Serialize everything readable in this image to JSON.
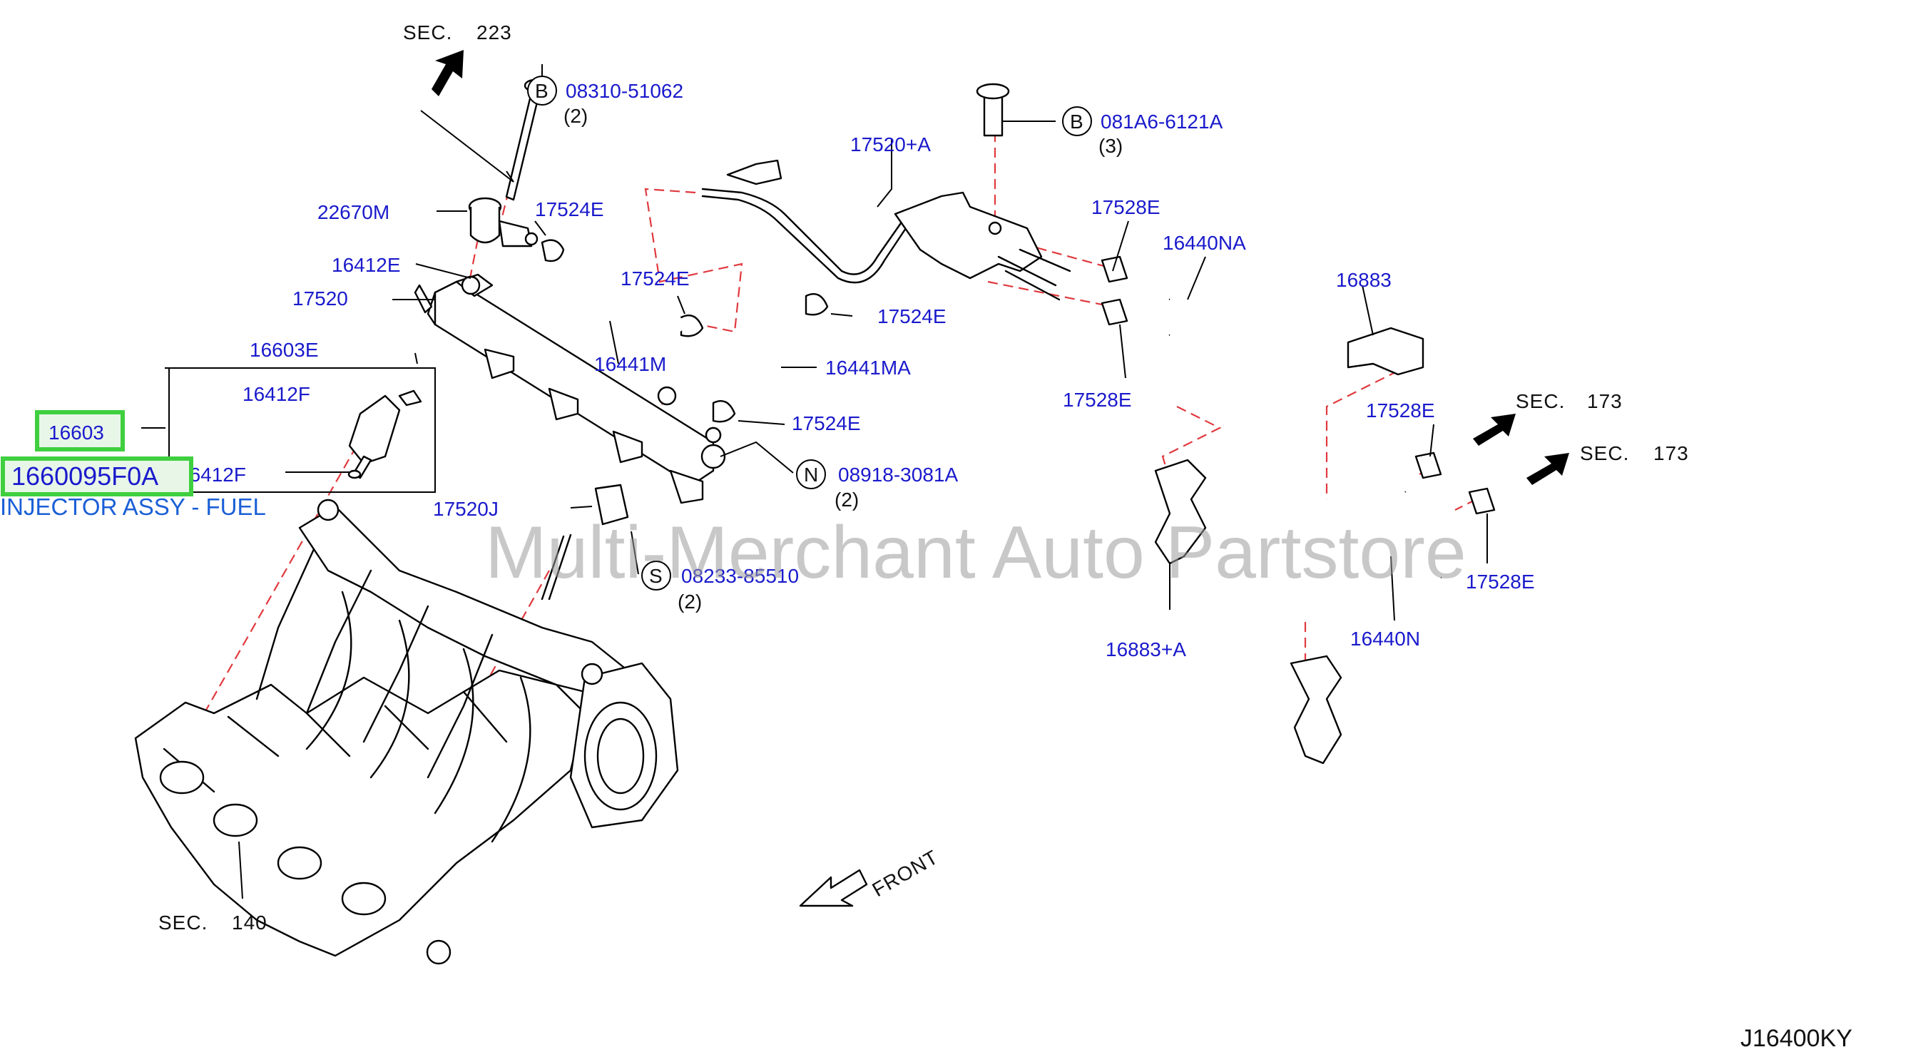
{
  "watermark": "Multi-Merchant Auto Partstore",
  "diagram_code": "J16400KY",
  "highlight": {
    "group_part": "16603",
    "injector_part": "1660095F0A",
    "injector_name": "INJECTOR ASSY - FUEL"
  },
  "sections": {
    "sec_223": {
      "label": "SEC.",
      "number": "223"
    },
    "sec_140": {
      "label": "SEC.",
      "number": "140"
    },
    "sec_173a": {
      "label": "SEC.",
      "number": "173"
    },
    "sec_173b": {
      "label": "SEC.",
      "number": "173"
    }
  },
  "front_label": "FRONT",
  "fasteners": [
    {
      "letter": "B",
      "part": "08310-51062",
      "qty": "(2)"
    },
    {
      "letter": "B",
      "part": "081A6-6121A",
      "qty": "(3)"
    },
    {
      "letter": "N",
      "part": "08918-3081A",
      "qty": "(2)"
    },
    {
      "letter": "S",
      "part": "08233-85510",
      "qty": "(2)"
    }
  ],
  "parts": {
    "p22670M": "22670M",
    "p17524E_1": "17524E",
    "p16412E": "16412E",
    "p17520": "17520",
    "p17524E_2": "17524E",
    "p16441M": "16441M",
    "p16603E": "16603E",
    "p16412F_1": "16412F",
    "p16412F_2": "16412F",
    "p17520A": "17520+A",
    "p17524E_3": "17524E",
    "p16441MA": "16441MA",
    "p17524E_4": "17524E",
    "p17520J": "17520J",
    "p17528E_1": "17528E",
    "p16440NA": "16440NA",
    "p17528E_2": "17528E",
    "p16883": "16883",
    "p17528E_3": "17528E",
    "p16883A": "16883+A",
    "p16440N": "16440N",
    "p17528E_4": "17528E"
  }
}
